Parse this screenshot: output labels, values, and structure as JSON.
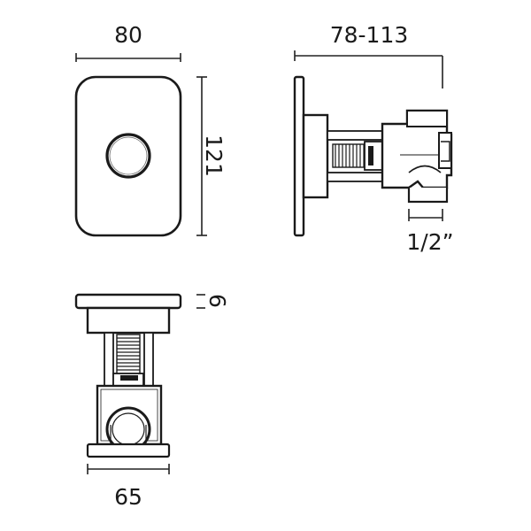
{
  "dimensions": {
    "front_width": "80",
    "front_height": "121",
    "side_depth": "78-113",
    "pipe_size": "1/2”",
    "plate_thickness": "6",
    "body_width": "65"
  }
}
